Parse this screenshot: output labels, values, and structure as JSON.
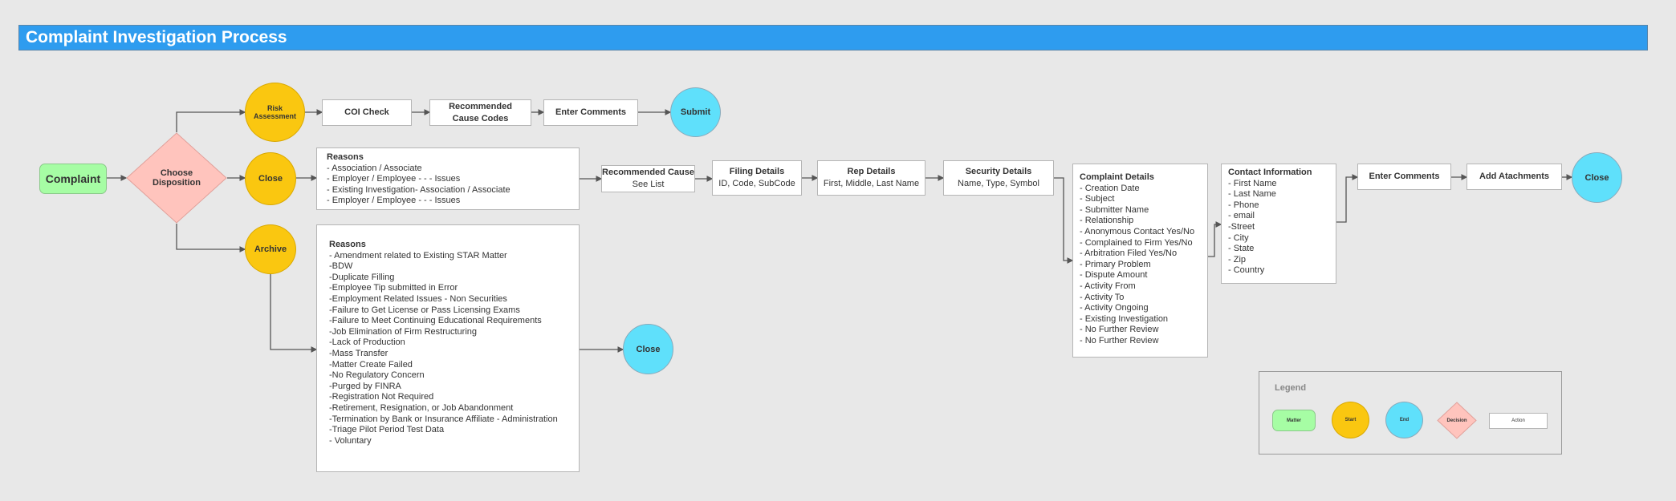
{
  "title": "Complaint Investigation Process",
  "colors": {
    "header": "#2e9cef",
    "matter": "#a6fda4",
    "start": "#fac710",
    "end": "#5fe0fb",
    "decision": "#ffc4bd",
    "action": "#ffffff"
  },
  "nodes": {
    "complaint": "Complaint",
    "choose_disposition": "Choose Disposition",
    "risk_assessment": "Risk Assessment",
    "coi_check": "COI Check",
    "recommended_cause_codes": "Recommended Cause Codes",
    "enter_comments_1": "Enter Comments",
    "submit": "Submit",
    "close_start": "Close",
    "close_reasons": {
      "title": "Reasons",
      "items": [
        "- Association / Associate",
        "- Employer / Employee - - - Issues",
        "- Existing Investigation- Association / Associate",
        "- Employer / Employee - - - Issues"
      ]
    },
    "recommended_cause": {
      "title": "Recommended Cause",
      "sub": "See List"
    },
    "filing_details": {
      "title": "Filing Details",
      "sub": "ID, Code, SubCode"
    },
    "rep_details": {
      "title": "Rep Details",
      "sub": "First, Middle, Last Name"
    },
    "security_details": {
      "title": "Security Details",
      "sub": "Name, Type, Symbol"
    },
    "complaint_details": {
      "title": "Complaint Details",
      "items": [
        "- Creation Date",
        "- Subject",
        "- Submitter Name",
        "- Relationship",
        "- Anonymous Contact Yes/No",
        "- Complained to Firm Yes/No",
        "- Arbitration Filed Yes/No",
        "- Primary Problem",
        "- Dispute Amount",
        "- Activity From",
        "- Activity To",
        "- Activity Ongoing",
        "- Existing Investigation",
        "- No Further Review",
        "- No Further Review"
      ]
    },
    "contact_information": {
      "title": "Contact Information",
      "items": [
        "- First Name",
        "- Last Name",
        "- Phone",
        "- email",
        "-Street",
        "- City",
        "- State",
        "- Zip",
        "- Country"
      ]
    },
    "enter_comments_2": "Enter Comments",
    "add_attachments": "Add Atachments",
    "close_end_1": "Close",
    "archive": "Archive",
    "archive_reasons": {
      "title": "Reasons",
      "items": [
        "- Amendment related to Existing STAR Matter",
        "-BDW",
        "-Duplicate Filling",
        "-Employee Tip submitted in Error",
        "-Employment Related Issues - Non Securities",
        "-Failure to Get License or Pass Licensing Exams",
        "-Failure to Meet Continuing Educational Requirements",
        "-Job Elimination of Firm Restructuring",
        "-Lack of Production",
        "-Mass Transfer",
        "-Matter Create Failed",
        "-No Regulatory Concern",
        "-Purged by FINRA",
        "-Registration Not Required",
        "-Retirement, Resignation, or Job Abandonment",
        "-Termination by Bank or Insurance Affiliate - Administration",
        "-Triage Pilot Period Test Data",
        "- Voluntary"
      ]
    },
    "close_end_2": "Close"
  },
  "legend": {
    "title": "Legend",
    "items": [
      "Matter",
      "Start",
      "End",
      "Decision",
      "Action"
    ]
  }
}
